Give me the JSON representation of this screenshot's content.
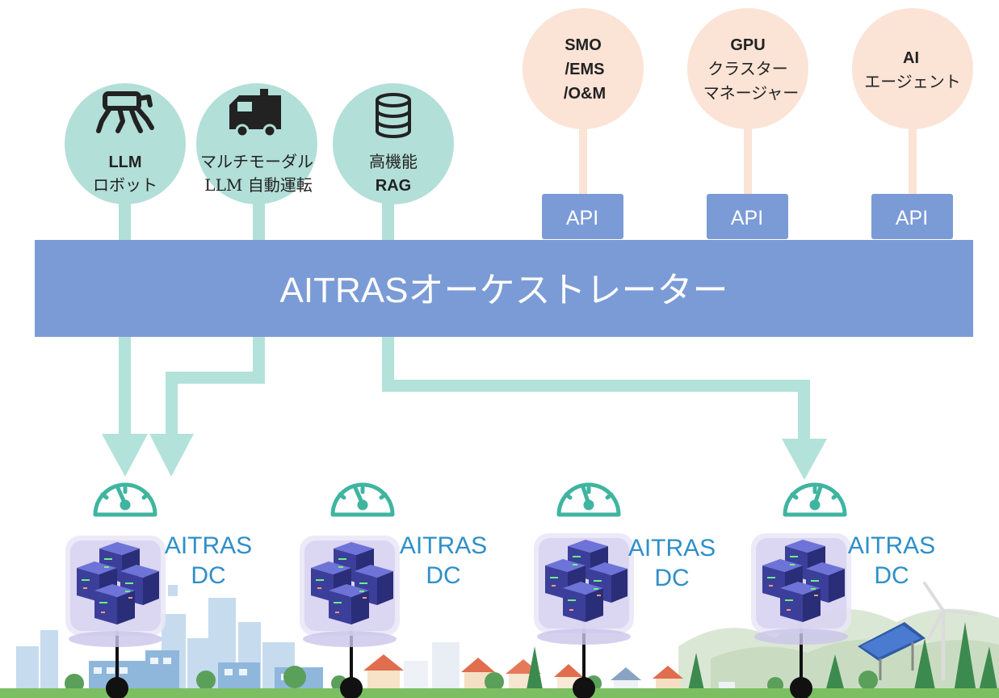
{
  "top_services": [
    {
      "line1": "LLM",
      "line2": "ロボット",
      "icon": "robot-dog-icon"
    },
    {
      "line1": "マルチモーダル",
      "line2": "LLM 自動運転",
      "icon": "vehicle-icon"
    },
    {
      "line1": "高機能",
      "line2": "RAG",
      "icon": "database-icon"
    }
  ],
  "external_systems": [
    {
      "line1": "SMO",
      "line2": "/EMS",
      "line3": "/O&M",
      "api": "API"
    },
    {
      "line1": "GPU",
      "line2": "クラスター",
      "line3": "マネージャー",
      "api": "API"
    },
    {
      "line1": "AI",
      "line2": "エージェント",
      "line3": "",
      "api": "API"
    }
  ],
  "orchestrator": {
    "label": "AITRASオーケストレーター"
  },
  "datacenters": [
    {
      "line1": "AITRAS",
      "line2": "DC"
    },
    {
      "line1": "AITRAS",
      "line2": "DC"
    },
    {
      "line1": "AITRAS",
      "line2": "DC"
    },
    {
      "line1": "AITRAS",
      "line2": "DC"
    }
  ],
  "colors": {
    "teal_circle": "#b2dfd8",
    "peach_circle": "#fbe3d6",
    "orchestrator_bar": "#7b9bd6",
    "api_box": "#7b9bd6",
    "flow_arrow": "#b2e2da",
    "gauge": "#3fb5a0",
    "dc_label": "#2f8fc8"
  }
}
